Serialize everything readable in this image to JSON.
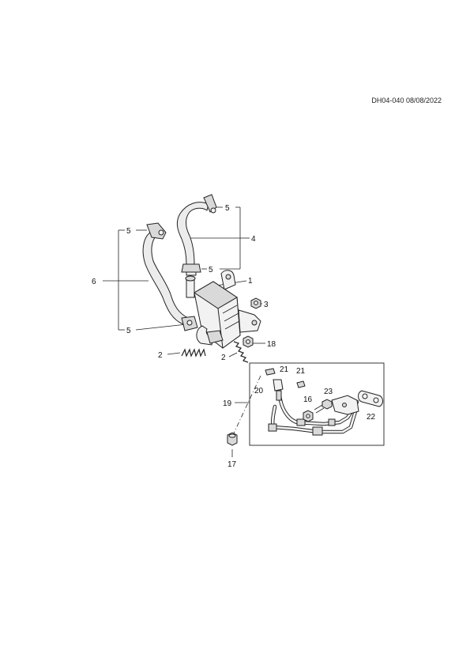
{
  "header": {
    "doc_id": "DH04-040 08/08/2022"
  },
  "callouts": {
    "c1": "1",
    "c2a": "2",
    "c2b": "2",
    "c3": "3",
    "c4": "4",
    "c5a": "5",
    "c5b": "5",
    "c5c": "5",
    "c5d": "5",
    "c6": "6",
    "c16": "16",
    "c17": "17",
    "c18": "18",
    "c19": "19",
    "c20": "20",
    "c21a": "21",
    "c21b": "21",
    "c22": "22",
    "c23": "23"
  }
}
